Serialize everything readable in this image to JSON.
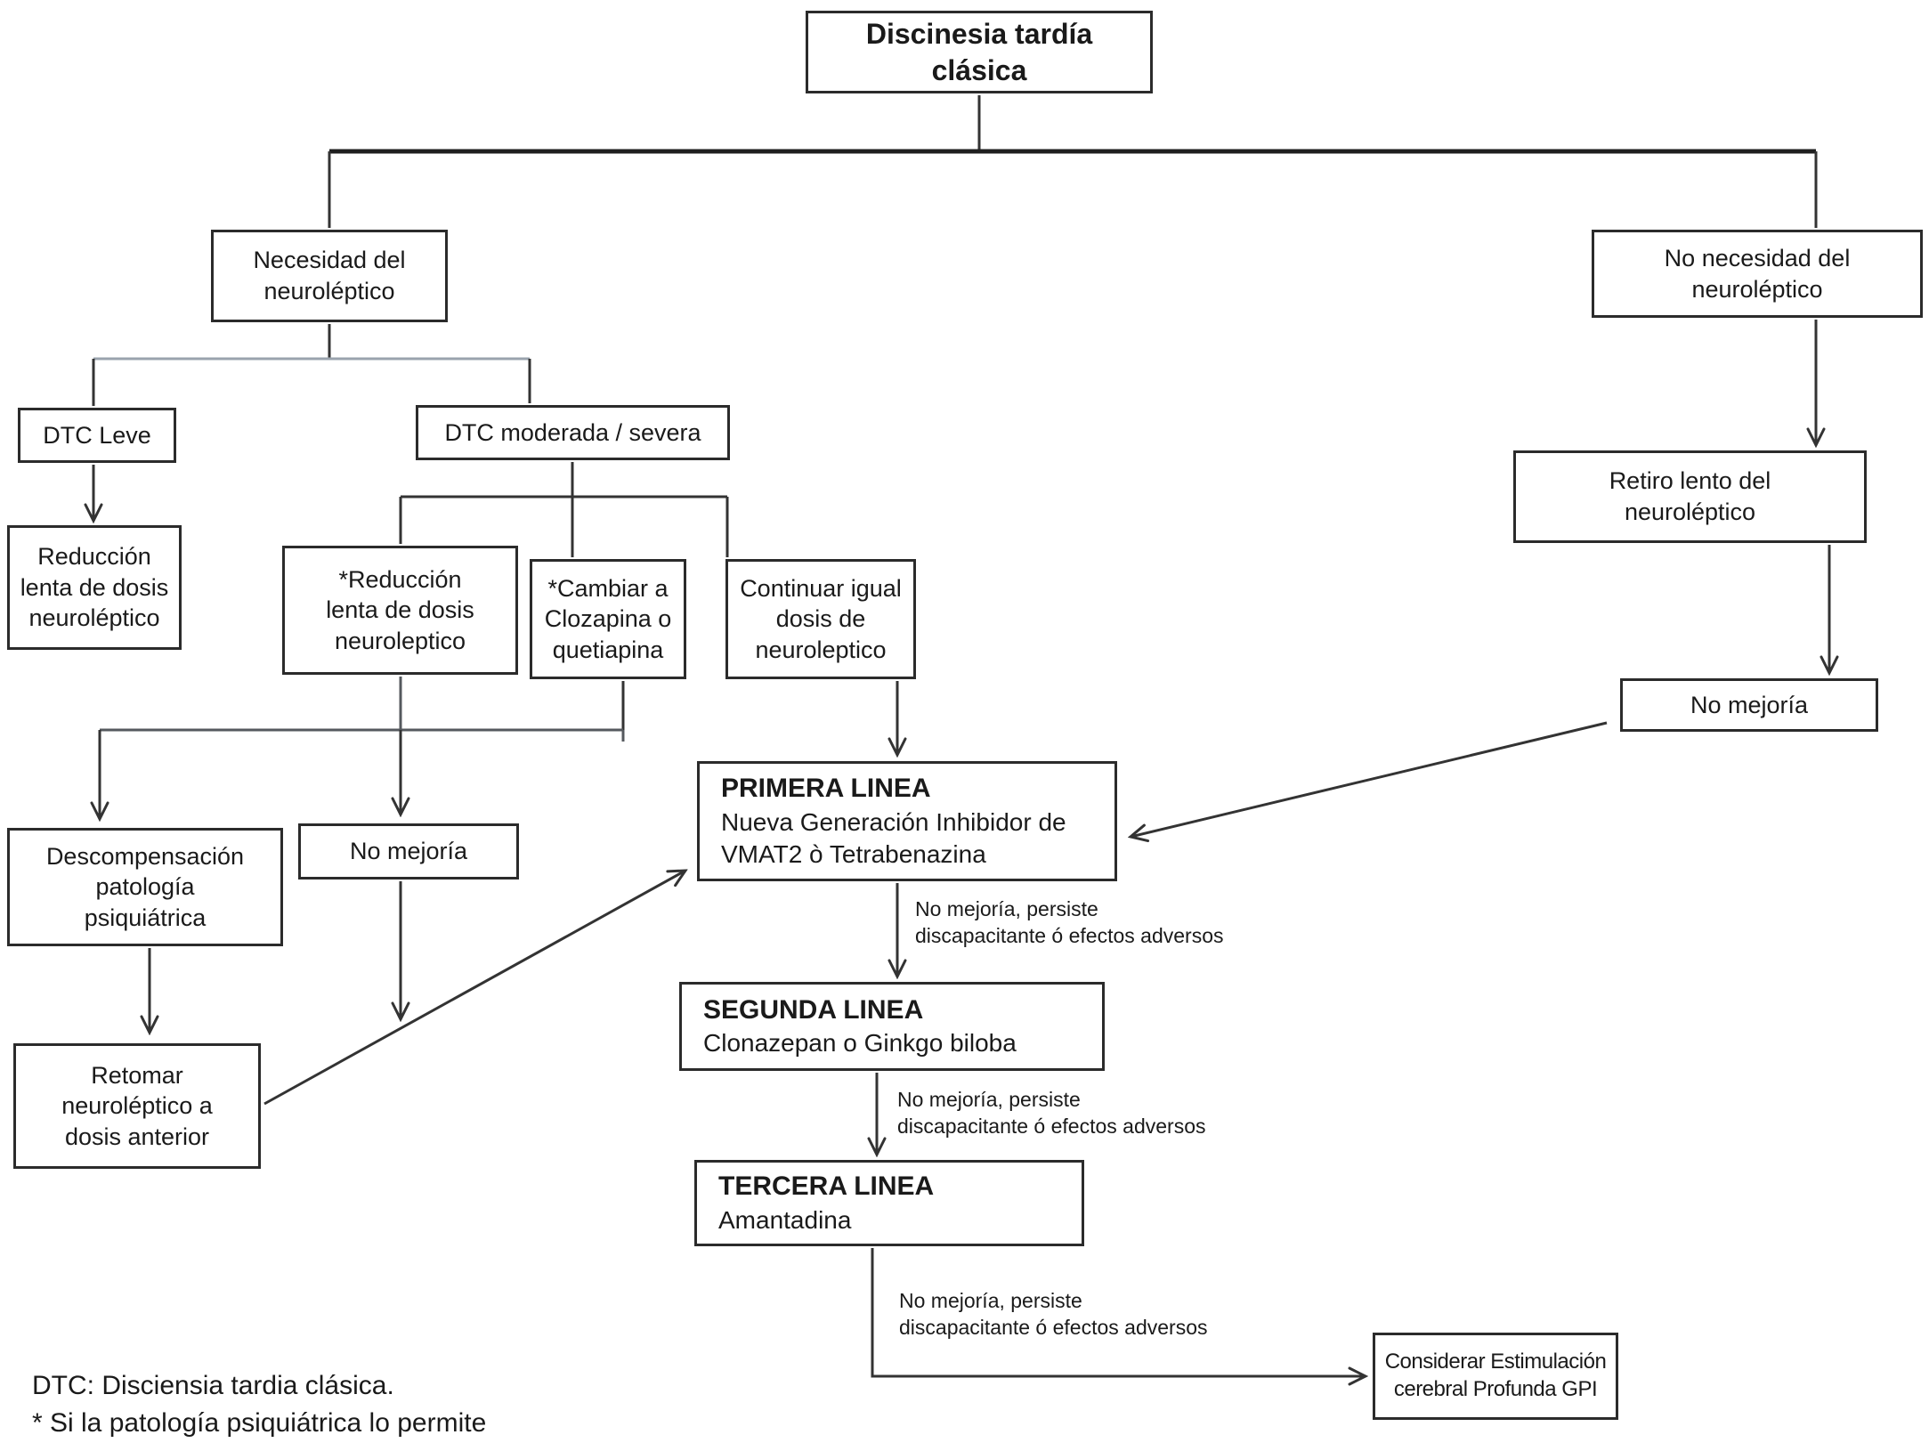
{
  "diagram_title": "Discinesia tardía clásica",
  "nodes": {
    "root": {
      "label": "Discinesia tardía\nclásica"
    },
    "necesidad": {
      "label": "Necesidad del\nneuroléptico"
    },
    "no_necesidad": {
      "label": "No necesidad del\nneuroléptico"
    },
    "dtc_leve": {
      "label": "DTC Leve"
    },
    "dtc_moderada": {
      "label": "DTC moderada / severa"
    },
    "reduccion_lenta": {
      "label": "Reducción\nlenta de dosis\nneuroléptico"
    },
    "reduccion_lenta_ast": {
      "label": "*Reducción\nlenta de dosis\nneuroleptico"
    },
    "cambiar": {
      "label": "*Cambiar a\nClozapina o\nquetiapina"
    },
    "continuar": {
      "label": "Continuar igual\ndosis de\nneuroleptico"
    },
    "descompensacion": {
      "label": "Descompensación\npatología\npsiquiátrica"
    },
    "no_mejoria_izq": {
      "label": "No mejoría"
    },
    "retomar": {
      "label": "Retomar\nneuroléptico a\ndosis anterior"
    },
    "primera": {
      "heading": "PRIMERA LINEA",
      "body": "Nueva Generación Inhibidor de\nVMAT2 ò Tetrabenazina"
    },
    "segunda": {
      "heading": "SEGUNDA LINEA",
      "body": "Clonazepan o Ginkgo biloba"
    },
    "tercera": {
      "heading": "TERCERA LINEA",
      "body": "Amantadina"
    },
    "retiro": {
      "label": "Retiro lento del\nneuroléptico"
    },
    "no_mejoria_der": {
      "label": "No mejoría"
    },
    "considerar": {
      "label": "Considerar Estimulación\ncerebral Profunda GPI"
    }
  },
  "edge_labels": {
    "after_primera": {
      "text": "No mejoría, persiste\ndiscapacitante ó efectos adversos"
    },
    "after_segunda": {
      "text": "No mejoría, persiste\ndiscapacitante ó efectos adversos"
    },
    "after_tercera": {
      "text": "No mejoría, persiste\ndiscapacitante ó efectos adversos"
    }
  },
  "footnotes": {
    "text": "DTC: Disciensia tardia clásica.\n* Si la patología psiquiátrica lo permite"
  },
  "colors": {
    "background": "#ffffff",
    "box_border": "#2b2b2b",
    "line": "#333333",
    "light_splitter_line": "#9aa3ad",
    "text": "#1a1a1a"
  }
}
